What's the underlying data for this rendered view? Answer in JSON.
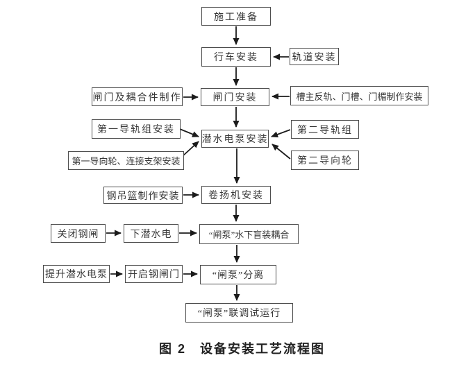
{
  "figure": {
    "caption": "图 2　设备安装工艺流程图",
    "colors": {
      "background": "#ffffff",
      "box_border": "#4d4d4d",
      "text": "#383838",
      "arrow": "#1b1b1b"
    },
    "nodes": [
      {
        "id": "prep",
        "label": "施工准备"
      },
      {
        "id": "crane",
        "label": "行车安装"
      },
      {
        "id": "track",
        "label": "轨道安装"
      },
      {
        "id": "gate_fab",
        "label": "闸门及耦合件制作"
      },
      {
        "id": "gate_install",
        "label": "闸门安装"
      },
      {
        "id": "slot_fab",
        "label": "槽主反轨、门槽、门楣制作安装"
      },
      {
        "id": "rail1",
        "label": "第一导轨组安装"
      },
      {
        "id": "pump",
        "label": "潜水电泵安装"
      },
      {
        "id": "rail2",
        "label": "第二导轨组"
      },
      {
        "id": "wheel1",
        "label": "第一导向轮、连接支架安装"
      },
      {
        "id": "wheel2",
        "label": "第二导向轮"
      },
      {
        "id": "basket",
        "label": "钢吊篮制作安装"
      },
      {
        "id": "winch",
        "label": "卷扬机安装"
      },
      {
        "id": "close_gate",
        "label": "关闭钢闸"
      },
      {
        "id": "lower_pump",
        "label": "下潜水电"
      },
      {
        "id": "coupling",
        "label": "“闸泵”水下盲装耦合"
      },
      {
        "id": "lift_pump",
        "label": "提升潜水电泵"
      },
      {
        "id": "open_gate",
        "label": "开启钢闸门"
      },
      {
        "id": "separate",
        "label": "“闸泵”分离"
      },
      {
        "id": "joint_test",
        "label": "“闸泵”联调试运行"
      }
    ],
    "edges": [
      {
        "from": "prep",
        "to": "crane"
      },
      {
        "from": "track",
        "to": "crane"
      },
      {
        "from": "crane",
        "to": "gate_install"
      },
      {
        "from": "gate_fab",
        "to": "gate_install"
      },
      {
        "from": "slot_fab",
        "to": "gate_install"
      },
      {
        "from": "gate_install",
        "to": "pump"
      },
      {
        "from": "rail1",
        "to": "pump"
      },
      {
        "from": "wheel1",
        "to": "pump"
      },
      {
        "from": "rail2",
        "to": "pump"
      },
      {
        "from": "wheel2",
        "to": "pump"
      },
      {
        "from": "pump",
        "to": "winch"
      },
      {
        "from": "basket",
        "to": "winch"
      },
      {
        "from": "winch",
        "to": "coupling"
      },
      {
        "from": "close_gate",
        "to": "lower_pump"
      },
      {
        "from": "lower_pump",
        "to": "coupling"
      },
      {
        "from": "coupling",
        "to": "separate"
      },
      {
        "from": "lift_pump",
        "to": "open_gate"
      },
      {
        "from": "open_gate",
        "to": "separate"
      },
      {
        "from": "separate",
        "to": "joint_test"
      }
    ]
  }
}
